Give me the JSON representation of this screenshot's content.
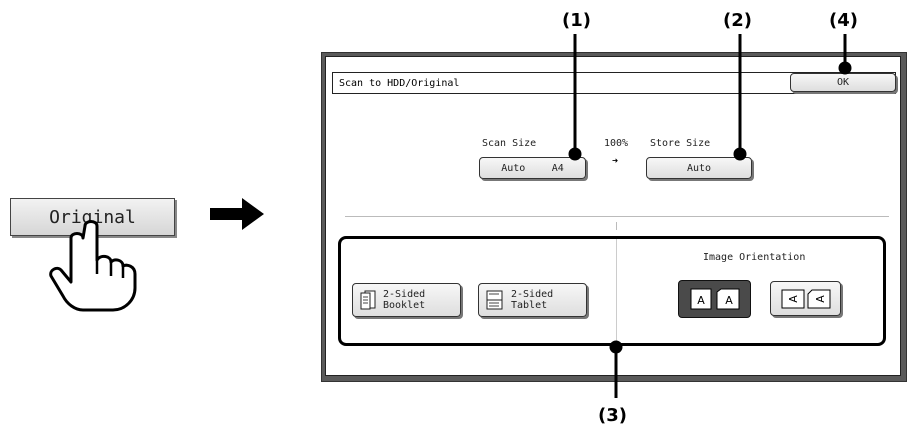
{
  "original_key": {
    "label": "Original"
  },
  "screen": {
    "title": "Scan to HDD/Original",
    "ok_label": "OK"
  },
  "scan": {
    "scan_size_label": "Scan Size",
    "scan_size_mode": "Auto",
    "scan_size_value": "A4",
    "ratio": "100%",
    "store_size_label": "Store Size",
    "store_size_value": "Auto"
  },
  "duplex": {
    "booklet_line1": "2-Sided",
    "booklet_line2": "Booklet",
    "tablet_line1": "2-Sided",
    "tablet_line2": "Tablet"
  },
  "orientation": {
    "label": "Image Orientation",
    "selected": "portrait"
  },
  "callouts": {
    "c1": "(1)",
    "c2": "(2)",
    "c3": "(3)",
    "c4": "(4)"
  },
  "icons": [
    "pointing-hand-icon",
    "right-arrow-icon",
    "booklet-icon",
    "tablet-icon",
    "portrait-orientation-icon",
    "landscape-orientation-icon"
  ]
}
